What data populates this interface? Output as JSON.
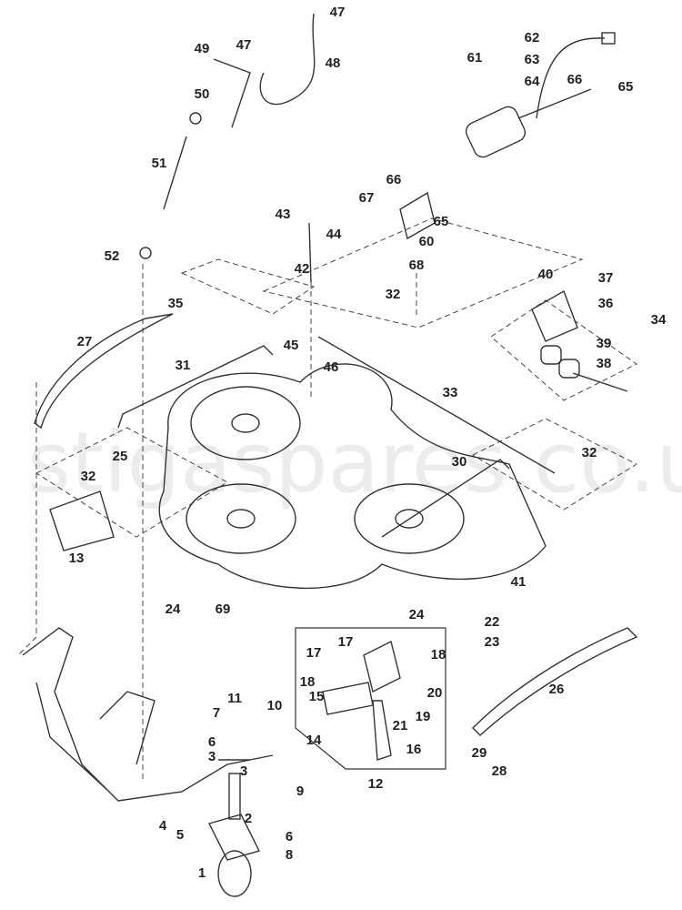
{
  "watermark": "stigaspares.co.uk",
  "callouts": [
    "47",
    "47",
    "49",
    "48",
    "50",
    "51",
    "52",
    "62",
    "61",
    "63",
    "66",
    "64",
    "65",
    "66",
    "67",
    "65",
    "60",
    "68",
    "43",
    "44",
    "42",
    "32",
    "35",
    "45",
    "46",
    "27",
    "31",
    "33",
    "40",
    "37",
    "36",
    "34",
    "39",
    "38",
    "25",
    "32",
    "13",
    "30",
    "32",
    "41",
    "24",
    "69",
    "24",
    "22",
    "23",
    "17",
    "17",
    "18",
    "18",
    "20",
    "15",
    "19",
    "21",
    "14",
    "16",
    "12",
    "26",
    "29",
    "28",
    "11",
    "10",
    "7",
    "6",
    "3",
    "3",
    "9",
    "2",
    "4",
    "5",
    "6",
    "8",
    "1"
  ]
}
